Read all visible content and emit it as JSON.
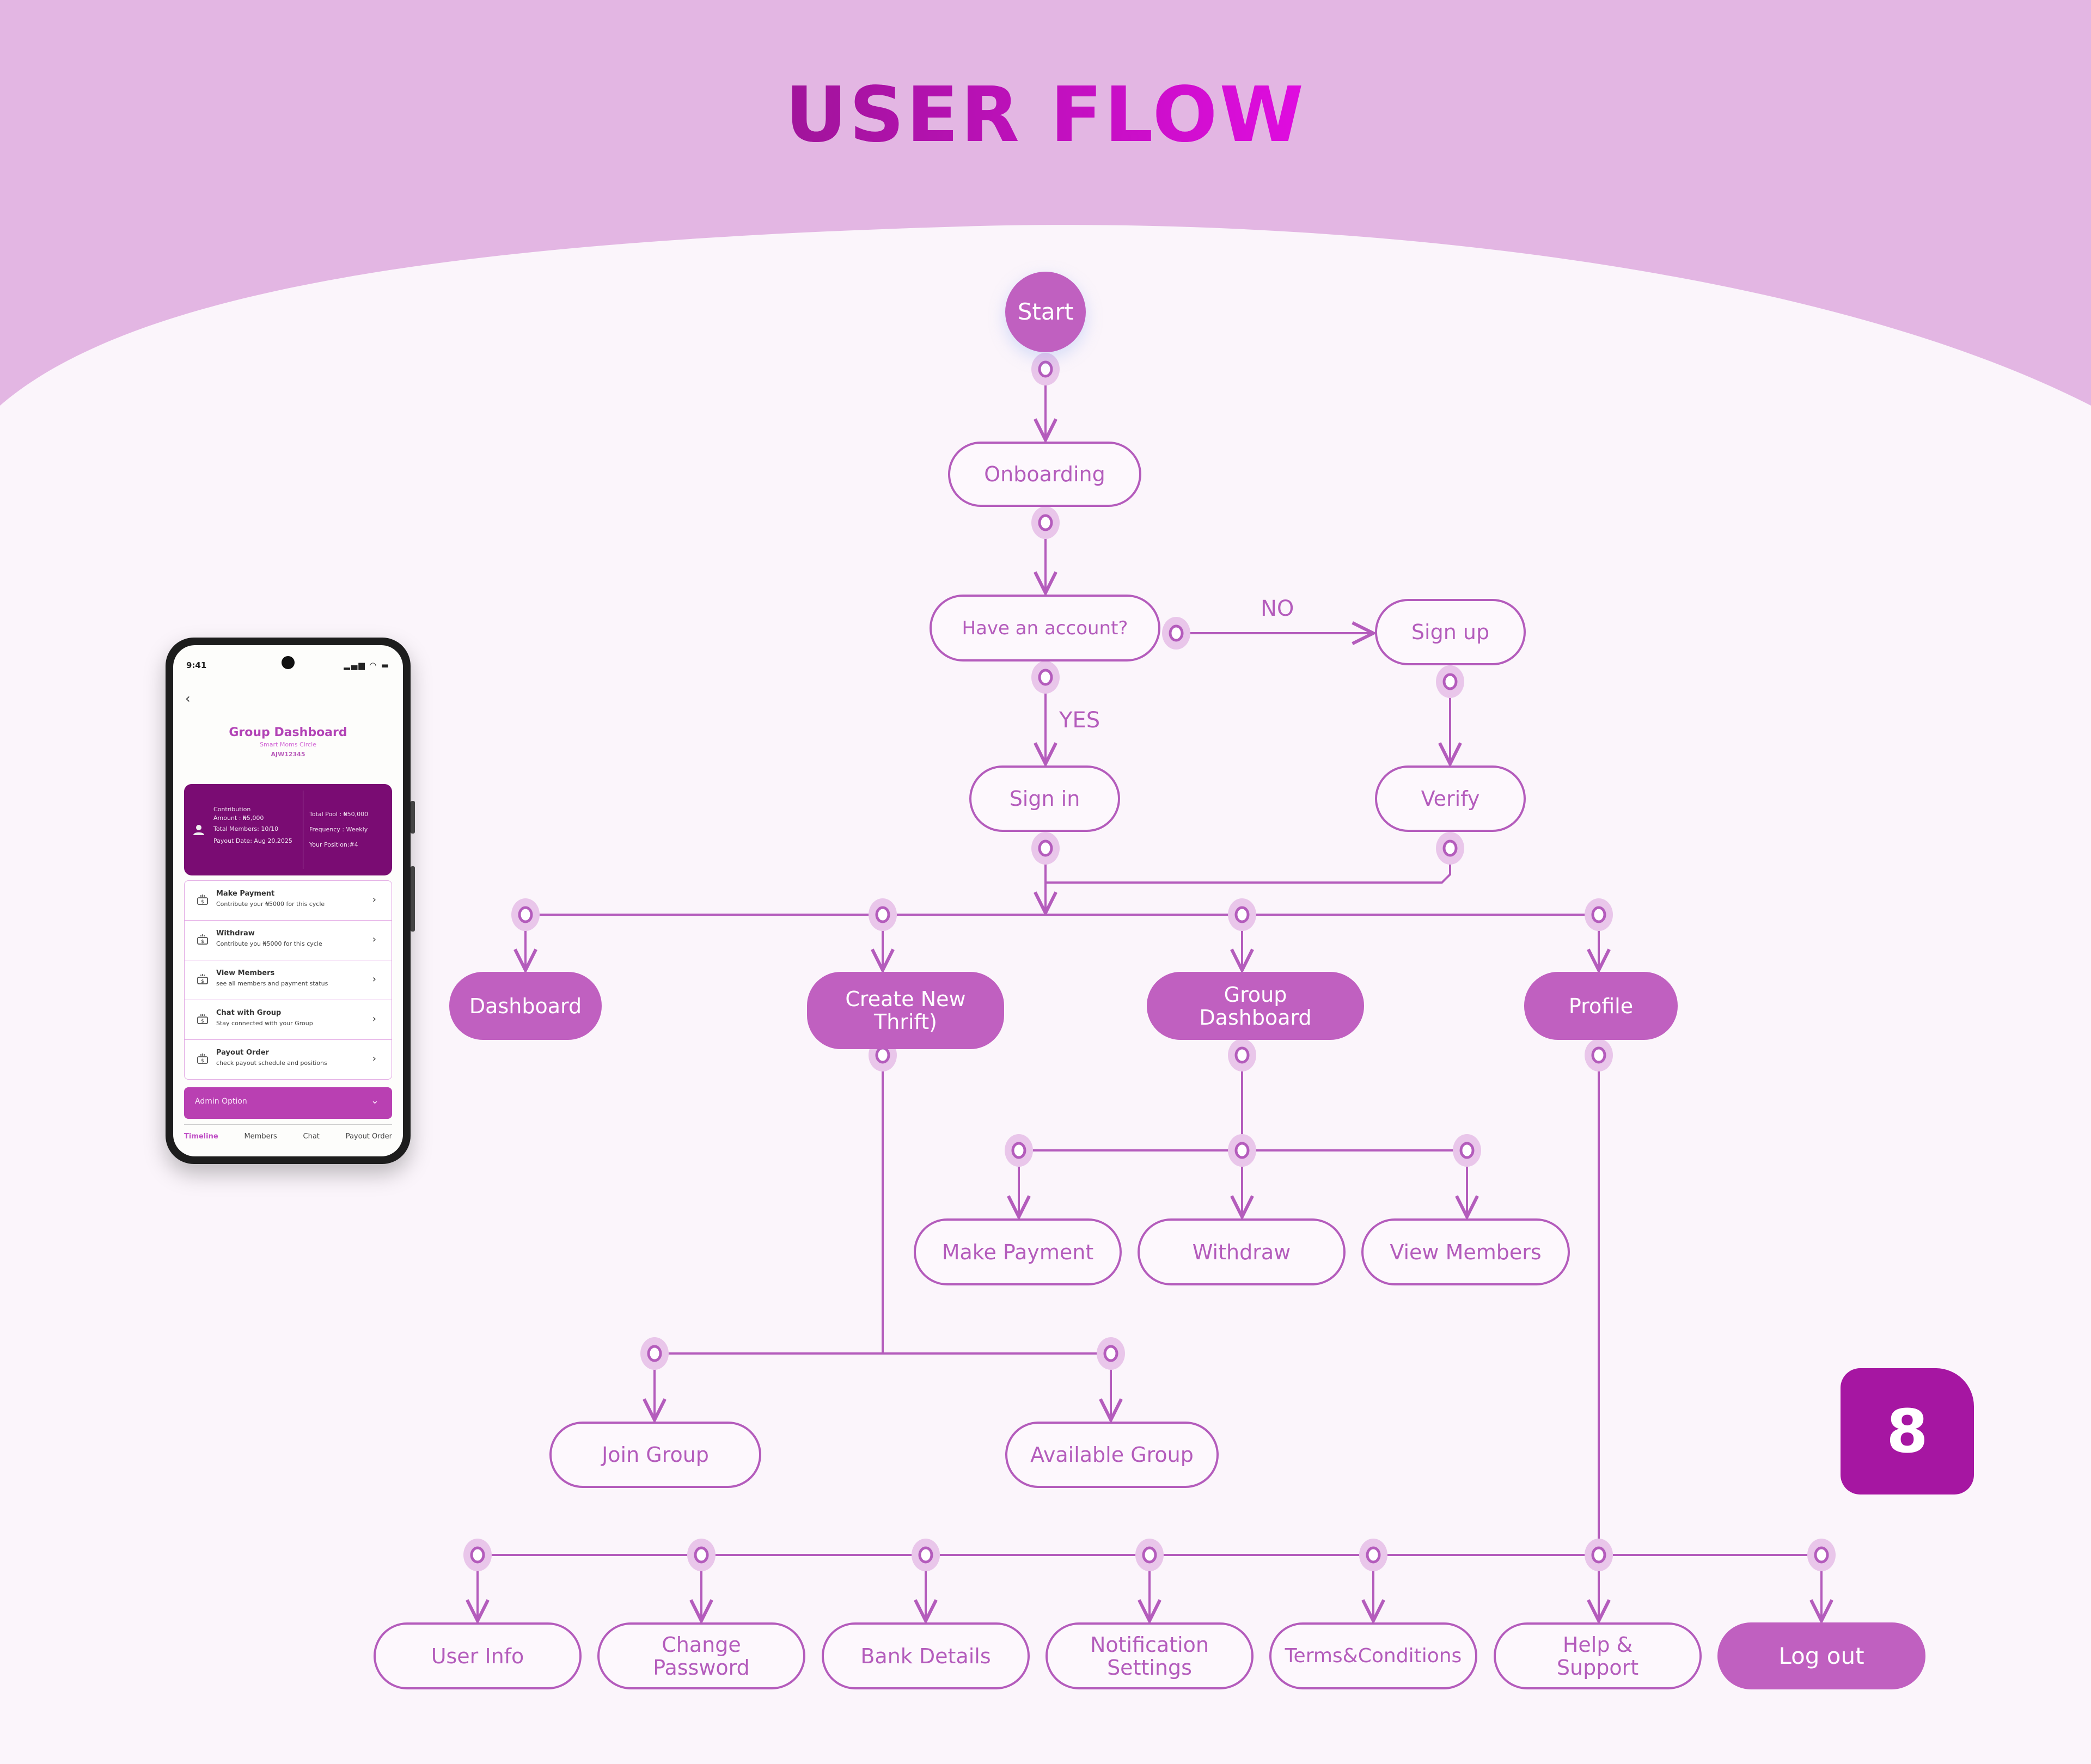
{
  "title": "USER FLOW",
  "page_number": "8",
  "colors": {
    "header_bg": "#e3b6e3",
    "canvas_bg": "#fbf5fb",
    "accent": "#c060c0",
    "line": "#b45cbc",
    "badge": "#a616a2",
    "title_gradient_start": "#a0149a",
    "title_gradient_end": "#e00ce0"
  },
  "flow": {
    "start": "Start",
    "onboarding": "Onboarding",
    "decision": "Have an account?",
    "no_label": "NO",
    "yes_label": "YES",
    "sign_up": "Sign up",
    "verify": "Verify",
    "sign_in": "Sign in",
    "main_nodes": [
      {
        "label": "Dashboard"
      },
      {
        "label": "Create New Thrift)"
      },
      {
        "label": "Group Dashboard"
      },
      {
        "label": "Profile"
      }
    ],
    "group_dashboard_children": [
      {
        "label": "Make Payment"
      },
      {
        "label": "Withdraw"
      },
      {
        "label": "View Members"
      }
    ],
    "thrift_children": [
      {
        "label": "Join Group"
      },
      {
        "label": "Available Group"
      }
    ],
    "profile_children": [
      {
        "label": "User Info"
      },
      {
        "label": "Change Password"
      },
      {
        "label": "Bank Details"
      },
      {
        "label": "Notification Settings"
      },
      {
        "label": "Terms&Conditions"
      },
      {
        "label": "Help & Support"
      },
      {
        "label": "Log out"
      }
    ]
  },
  "phone": {
    "time": "9:41",
    "screen_title": "Group Dashboard",
    "group_name": "Smart Moms Circle",
    "group_code": "AJW12345",
    "card_left": [
      "Contribution",
      "Amount : ₦5,000",
      "Total Members: 10/10",
      "Payout Date: Aug 20,2025"
    ],
    "card_right": [
      "Total Pool :  ₦50,000",
      "Frequency : Weekly",
      "Your Position:#4"
    ],
    "menu": [
      {
        "title": "Make Payment",
        "desc": "Contribute your ₦5000 for this cycle"
      },
      {
        "title": "Withdraw",
        "desc": "Contribute you ₦5000 for this cycle"
      },
      {
        "title": "View Members",
        "desc": "see all members and payment status"
      },
      {
        "title": "Chat with Group",
        "desc": "Stay connected with your Group"
      },
      {
        "title": "Payout Order",
        "desc": "check payout schedule and positions"
      }
    ],
    "admin_option": "Admin Option",
    "tabs": [
      {
        "label": "Timeline",
        "active": true
      },
      {
        "label": "Members",
        "active": false
      },
      {
        "label": "Chat",
        "active": false
      },
      {
        "label": "Payout Order",
        "active": false
      }
    ]
  }
}
